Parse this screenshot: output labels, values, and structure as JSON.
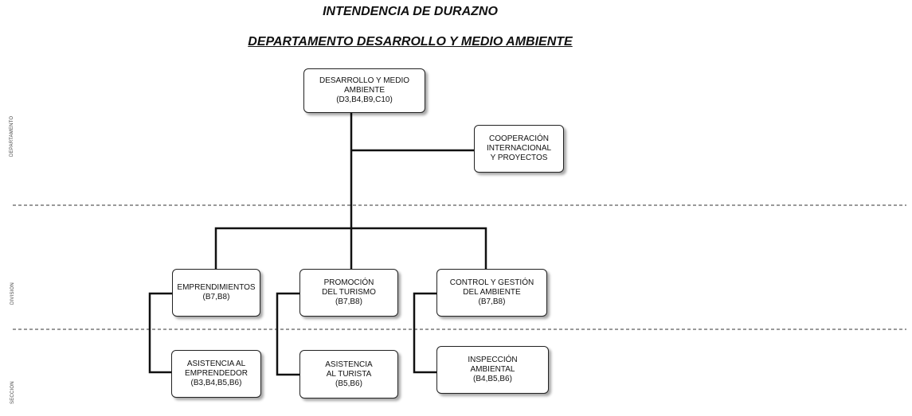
{
  "header": {
    "title": "INTENDENCIA DE DURAZNO",
    "subtitle": "DEPARTAMENTO DESARROLLO Y MEDIO AMBIENTE"
  },
  "levels": {
    "departamento": "DEPARTAMENTO",
    "division": "DIVISION",
    "seccion": "SECCION"
  },
  "nodes": {
    "root": {
      "name": "DESARROLLO Y MEDIO\nAMBIENTE",
      "code": "(D3,B4,B9,C10)"
    },
    "cooperacion": {
      "name": "COOPERACIÓN\nINTERNACIONAL\nY PROYECTOS"
    },
    "emprendimientos": {
      "name": "EMPRENDIMIENTOS",
      "code": "(B7,B8)"
    },
    "promocion": {
      "name": "PROMOCIÓN\nDEL TURISMO",
      "code": "(B7,B8)"
    },
    "control": {
      "name": "CONTROL Y GESTIÓN\nDEL AMBIENTE",
      "code": "(B7,B8)"
    },
    "asistencia_emprendedor": {
      "name": "ASISTENCIA AL\nEMPRENDEDOR",
      "code": "(B3,B4,B5,B6)"
    },
    "asistencia_turista": {
      "name": "ASISTENCIA\nAL TURISTA",
      "code": "(B5,B6)"
    },
    "inspeccion": {
      "name": "INSPECCIÓN\nAMBIENTAL",
      "code": "(B4,B5,B6)"
    }
  }
}
